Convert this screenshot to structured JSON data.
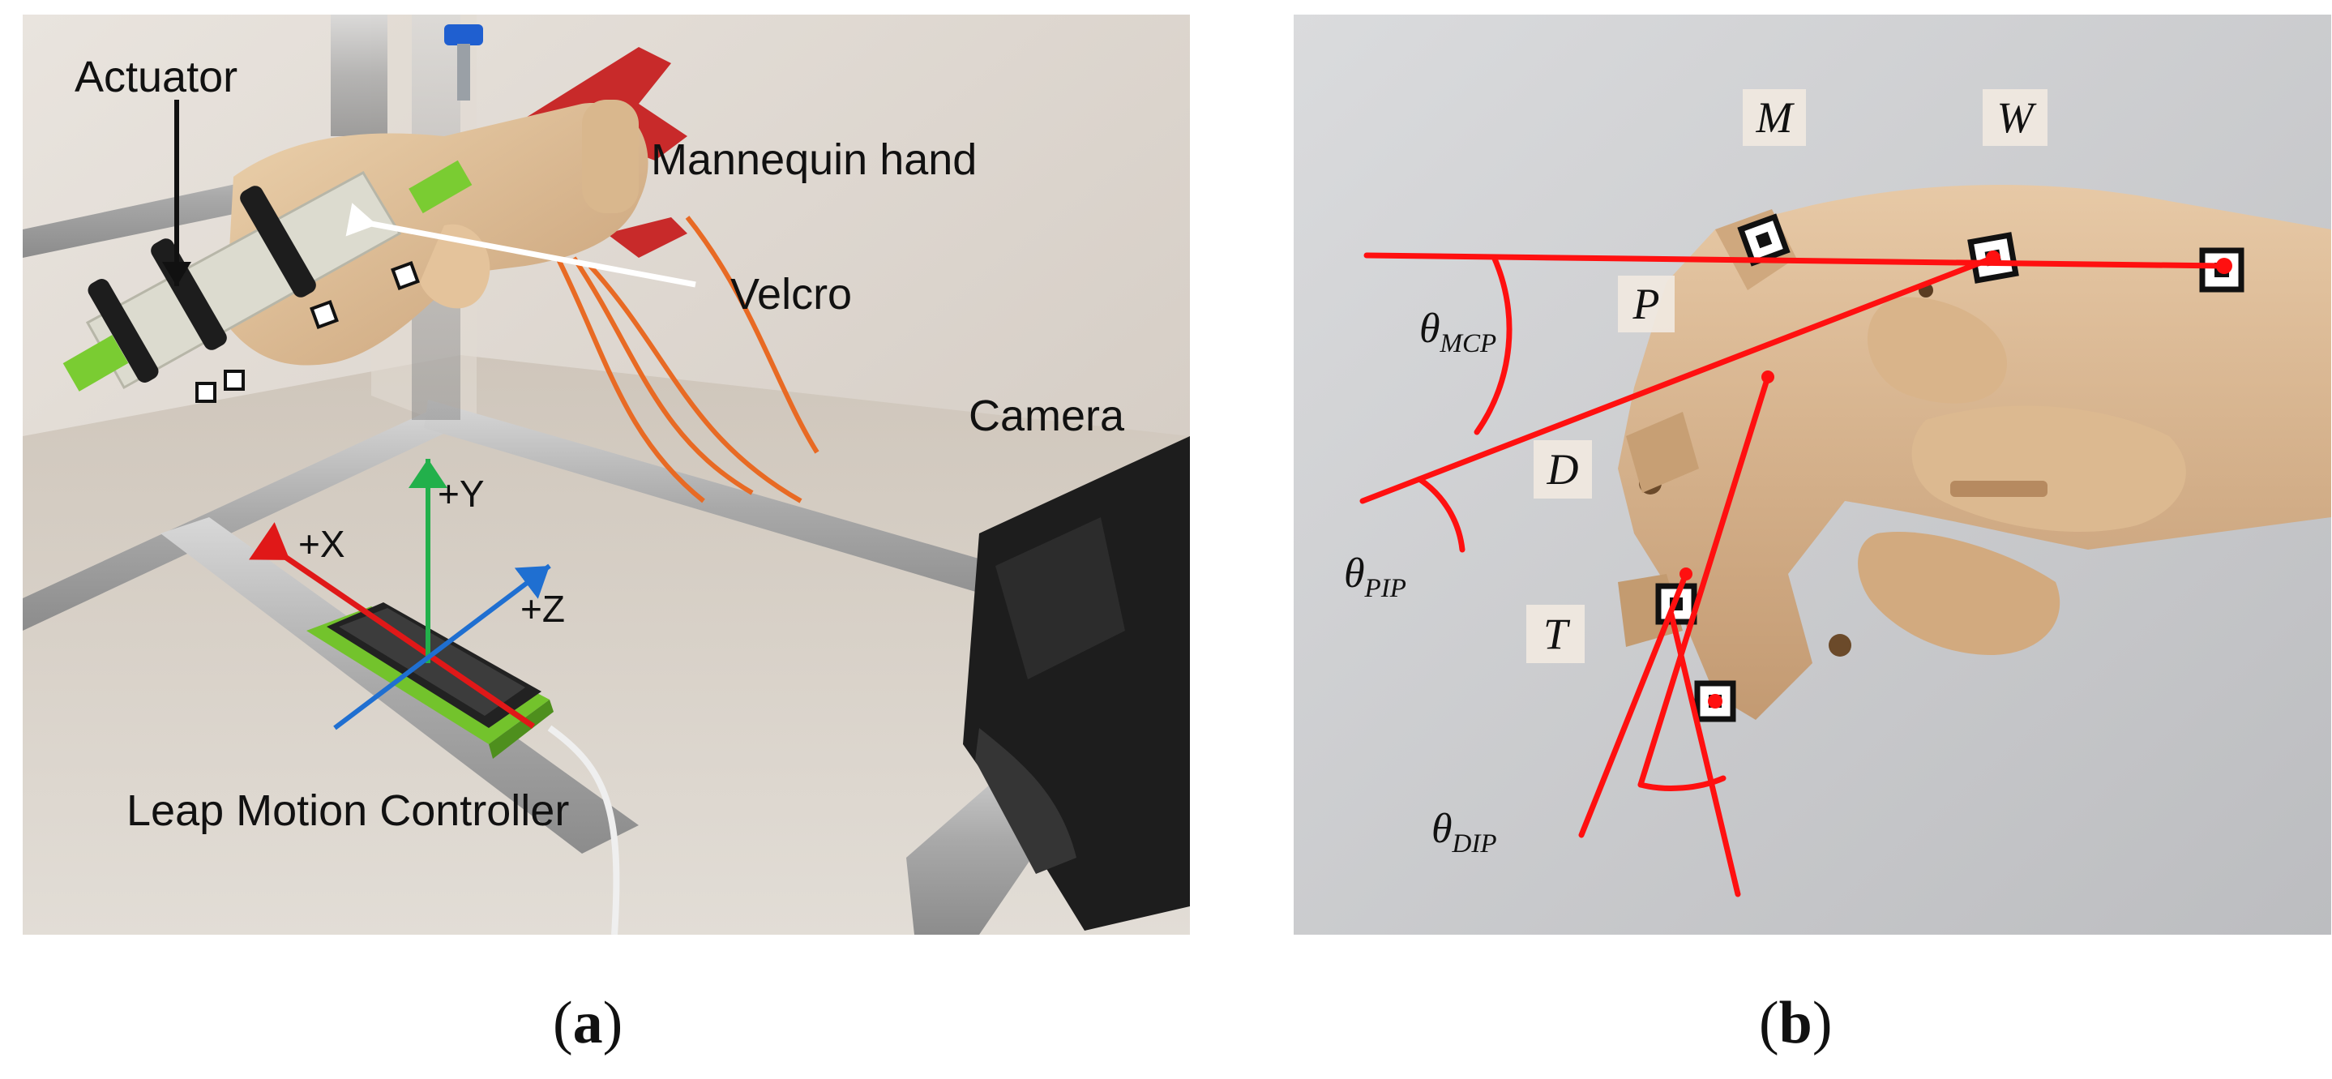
{
  "panel_a": {
    "labels": {
      "actuator": "Actuator",
      "mannequin_hand": "Mannequin hand",
      "velcro": "Velcro",
      "camera": "Camera",
      "leap_motion": "Leap Motion Controller"
    },
    "axes": {
      "x": "+X",
      "y": "+Y",
      "z": "+Z"
    },
    "caption_letter": "a"
  },
  "panel_b": {
    "markers": {
      "m": "M",
      "w": "W",
      "p": "P",
      "d": "D",
      "t": "T"
    },
    "angles": {
      "symbol": "θ",
      "mcp": "MCP",
      "pip": "PIP",
      "dip": "DIP"
    },
    "caption_letter": "b"
  },
  "colors": {
    "x_axis": "#e01818",
    "y_axis": "#22b04b",
    "z_axis": "#1f6fd1",
    "joint_lines": "#ff1010"
  }
}
